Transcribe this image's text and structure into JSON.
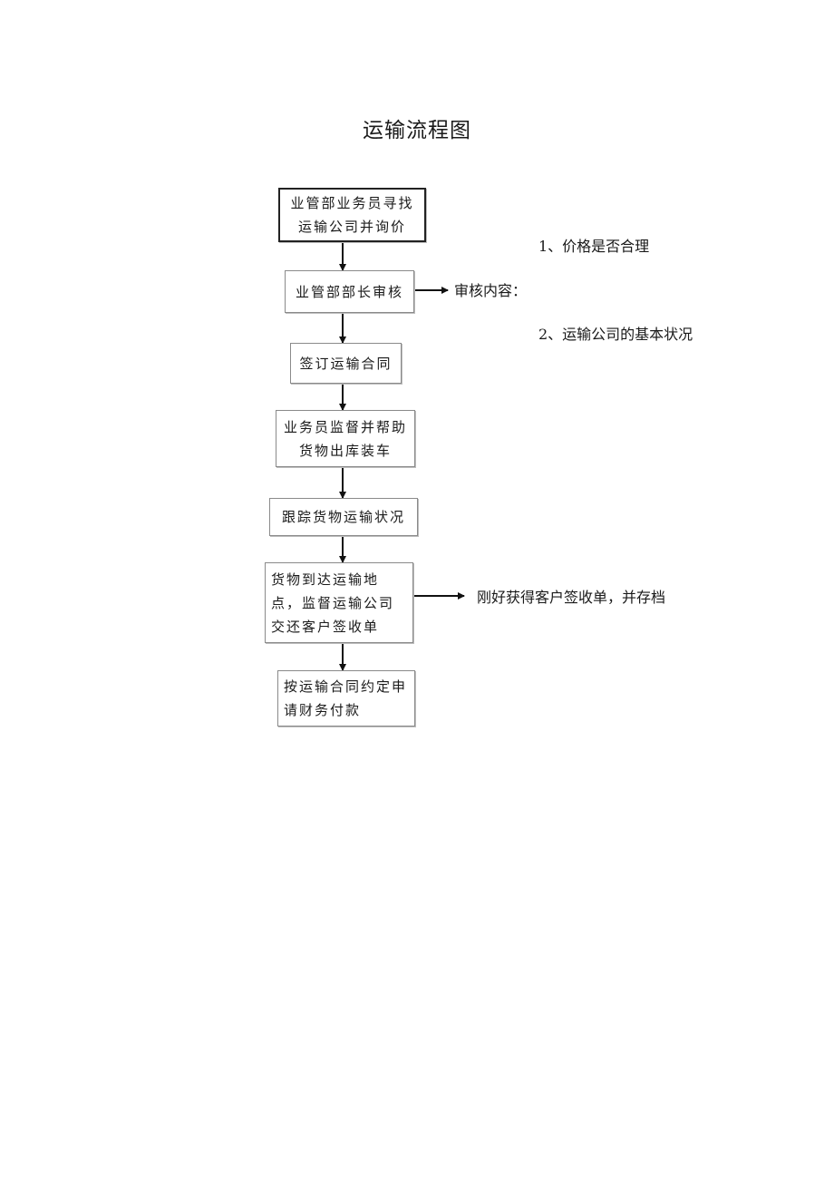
{
  "title": "运输流程图",
  "steps": [
    {
      "text": "业管部业务员寻找运输公司并询价"
    },
    {
      "text": "业管部部长审核"
    },
    {
      "text": "签订运输合同"
    },
    {
      "text": "业务员监督并帮助货物出库装车"
    },
    {
      "text": "跟踪货物运输状况"
    },
    {
      "text": "货物到达运输地点，监督运输公司交还客户签收单"
    },
    {
      "text": "按运输合同约定申请财务付款"
    }
  ],
  "review_note": {
    "label": "审核内容：",
    "items": [
      "1、价格是否合理",
      "2、运输公司的基本状况"
    ]
  },
  "receipt_note": "刚好获得客户签收单，并存档"
}
